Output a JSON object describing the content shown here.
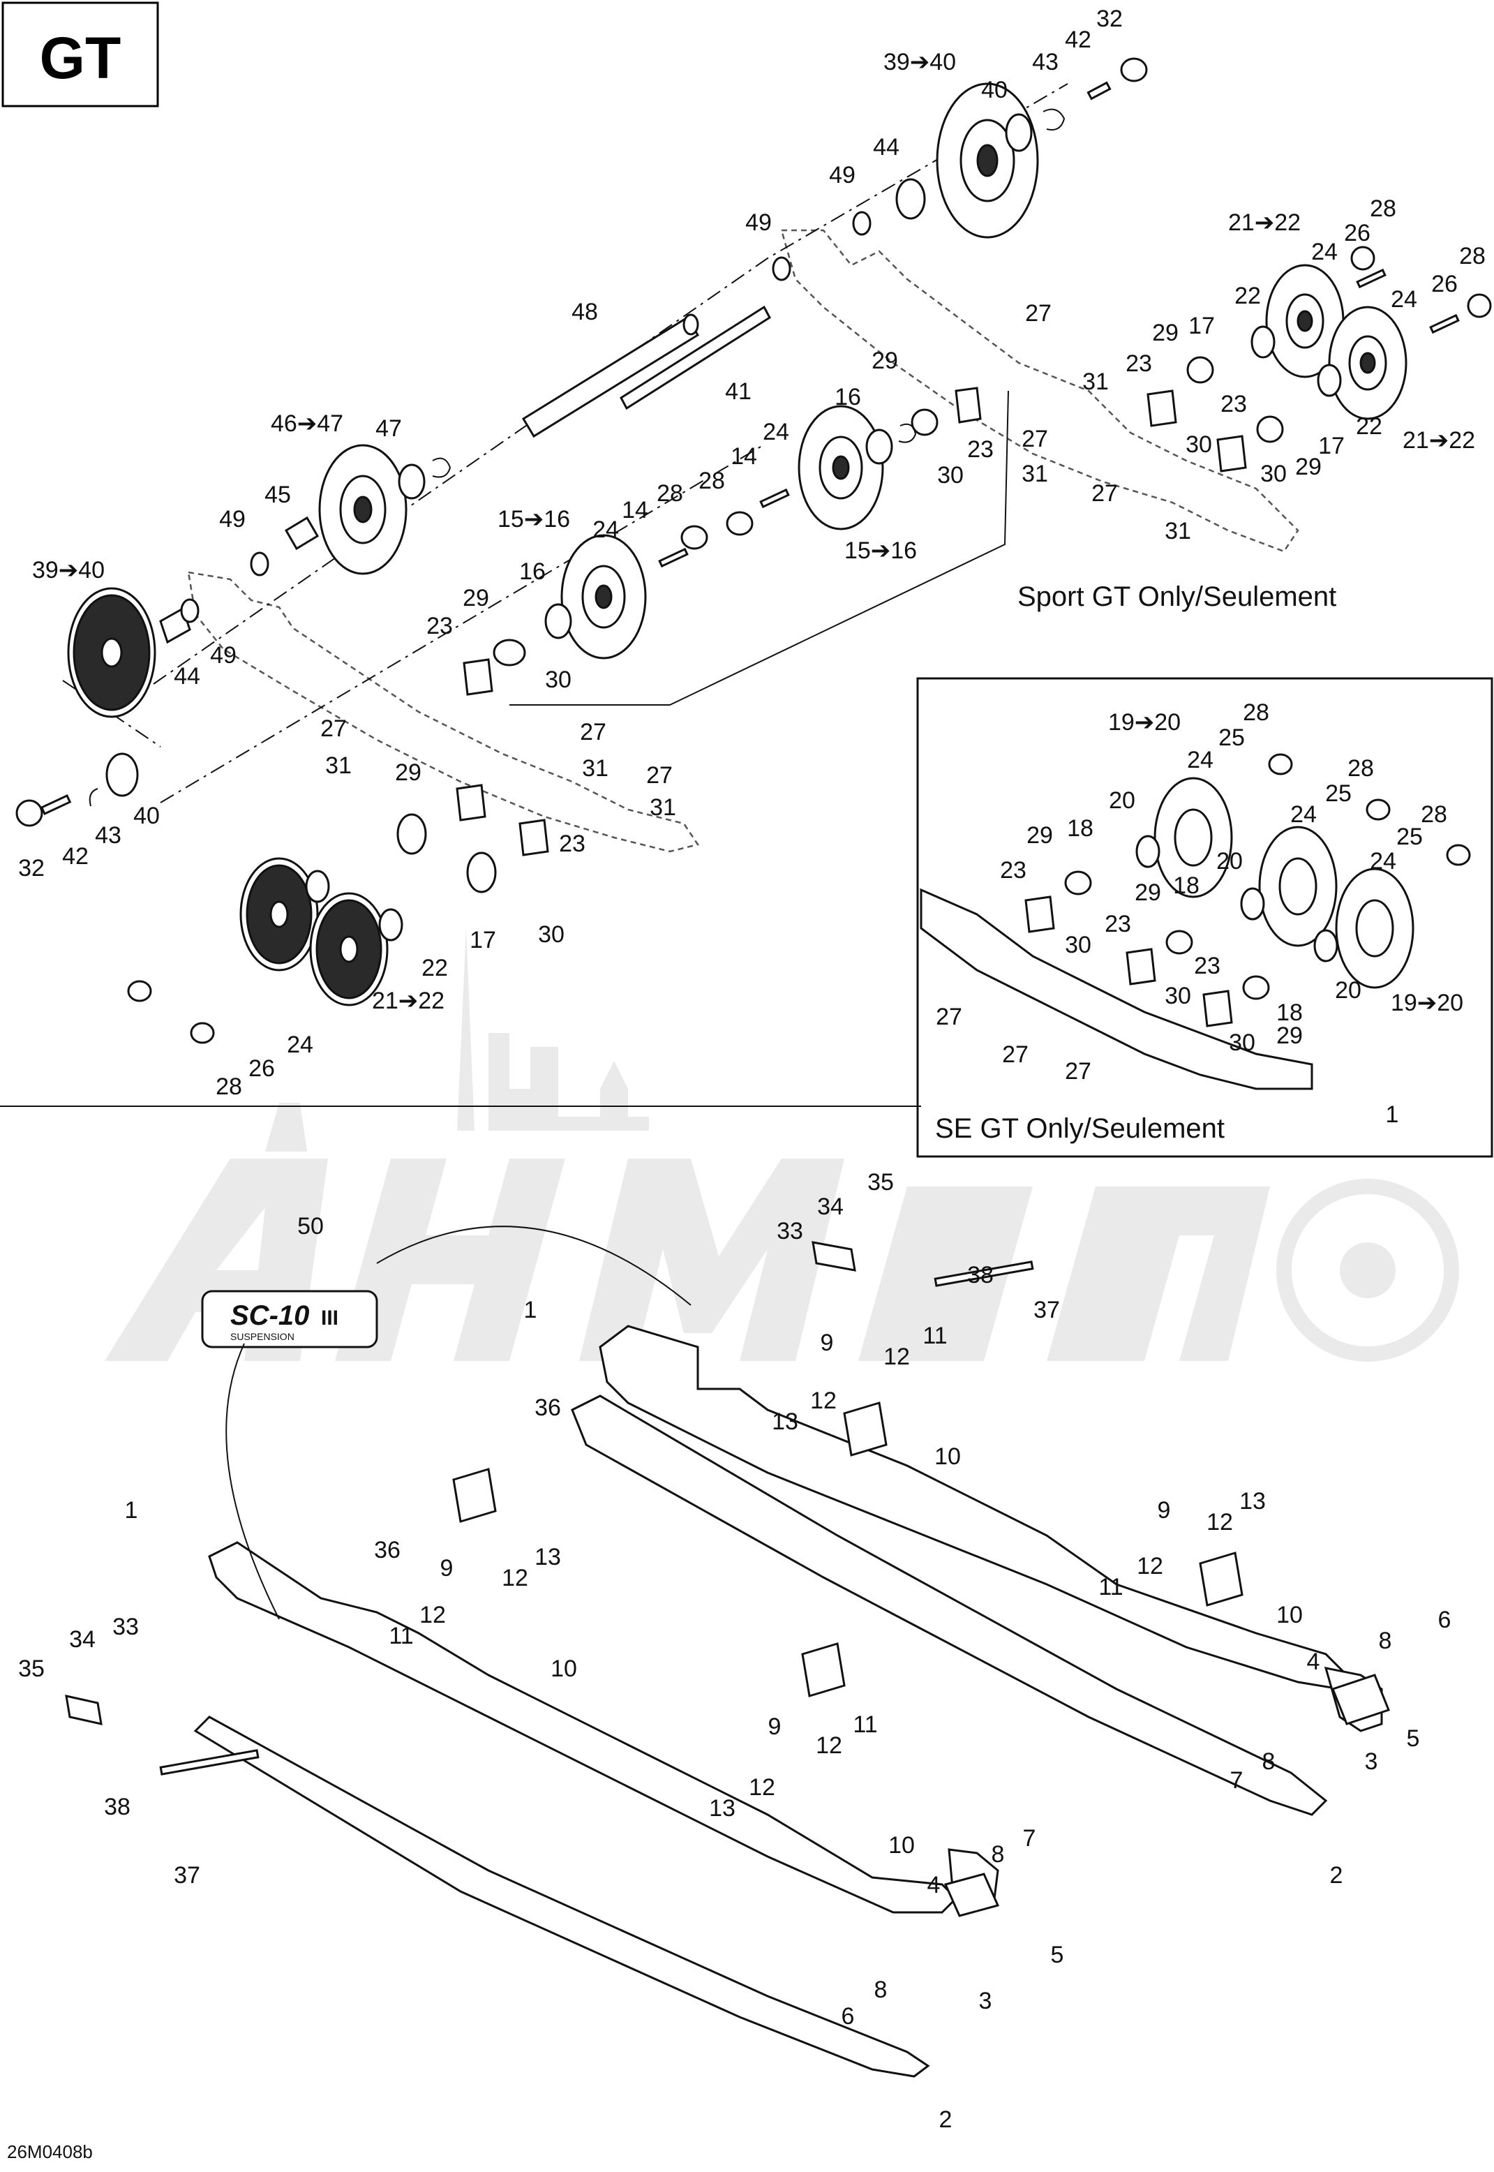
{
  "corner_label": "GT",
  "figure_code": "26M0408b",
  "sections": {
    "sport_caption": "Sport GT Only/Seulement",
    "se_caption": "SE GT Only/Seulement"
  },
  "logo": {
    "text": "SC-10",
    "subtext": "SUSPENSION",
    "mark": "III"
  },
  "callouts": {
    "c32a": "32",
    "c42a": "42",
    "c43a": "43",
    "c3940a": "39➔40",
    "c40a": "40",
    "c44a": "44",
    "c49a": "49",
    "c49b": "49",
    "c48": "48",
    "c41": "41",
    "c2122a": "21➔22",
    "c28a": "28",
    "c26a": "26",
    "c24a": "24",
    "c28b": "28",
    "c22a": "22",
    "c26b": "26",
    "c24b": "24",
    "c27a": "27",
    "c31a": "31",
    "c29a": "29",
    "c17a": "17",
    "c23a": "23",
    "c23b": "23",
    "c27b": "27",
    "c31b": "31",
    "c30a": "30",
    "c30b": "30",
    "c27c": "27",
    "c31c": "31",
    "c29b": "29",
    "c17b": "17",
    "c22b": "22",
    "c2122b": "21➔22",
    "c29c": "29",
    "c16a": "16",
    "c24c": "24",
    "c14a": "14",
    "c28c": "28",
    "c23c": "23",
    "c30c": "30",
    "c1516a": "15➔16",
    "c4647": "46➔47",
    "c47": "47",
    "c45": "45",
    "c49c": "49",
    "c1516b": "15➔16",
    "c24d": "24",
    "c14b": "14",
    "c28d": "28",
    "c3940b": "39➔40",
    "c16b": "16",
    "c29d": "29",
    "c23d": "23",
    "c30d": "30",
    "c44b": "44",
    "c49d": "49",
    "c27d": "27",
    "c31d": "31",
    "c27e": "27",
    "c31e": "31",
    "c27f": "27",
    "c31f": "31",
    "c40b": "40",
    "c32b": "32",
    "c42b": "42",
    "c43b": "43",
    "c29e": "29",
    "c23e": "23",
    "c17c": "17",
    "c30e": "30",
    "c22c": "22",
    "c2122c": "21➔22",
    "c24e": "24",
    "c26c": "26",
    "c28e": "28",
    "s1920a": "19➔20",
    "s28a": "28",
    "s25a": "25",
    "s24a": "24",
    "s20a": "20",
    "s28b": "28",
    "s25b": "25",
    "s24b": "24",
    "s28c": "28",
    "s29a": "29",
    "s18a": "18",
    "s23a": "23",
    "s20b": "20",
    "s25c": "25",
    "s24c": "24",
    "s30a": "30",
    "s29b": "29",
    "s18b": "18",
    "s23b": "23",
    "s23c": "23",
    "s30b": "30",
    "s18c": "18",
    "s20c": "20",
    "s27a": "27",
    "s30c": "30",
    "s29c": "29",
    "s1920b": "19➔20",
    "s27b": "27",
    "s27c": "27",
    "s1a": "1",
    "b50": "50",
    "b35a": "35",
    "b34a": "34",
    "b33a": "33",
    "b38a": "38",
    "b37a": "37",
    "b1a": "1",
    "b9a": "9",
    "b12a": "12",
    "b11a": "11",
    "b36a": "36",
    "b12b": "12",
    "b13a": "13",
    "b10a": "10",
    "b9b": "9",
    "b13b": "13",
    "b12c": "12",
    "b12d": "12",
    "b11b": "11",
    "b10b": "10",
    "b6a": "6",
    "b8a": "8",
    "b4a": "4",
    "b5a": "5",
    "b3a": "3",
    "b8b": "8",
    "b7a": "7",
    "b2a": "2",
    "b1b": "1",
    "b36b": "36",
    "b9c": "9",
    "b13c": "13",
    "b12e": "12",
    "b12f": "12",
    "b11c": "11",
    "b10c": "10",
    "b35b": "35",
    "b34b": "34",
    "b33b": "33",
    "b38b": "38",
    "b37b": "37",
    "b9d": "9",
    "b12g": "12",
    "b11d": "11",
    "b13d": "13",
    "b12h": "12",
    "b10d": "10",
    "b4b": "4",
    "b8c": "8",
    "b7b": "7",
    "b5b": "5",
    "b3b": "3",
    "b8d": "8",
    "b6b": "6",
    "b2b": "2"
  }
}
